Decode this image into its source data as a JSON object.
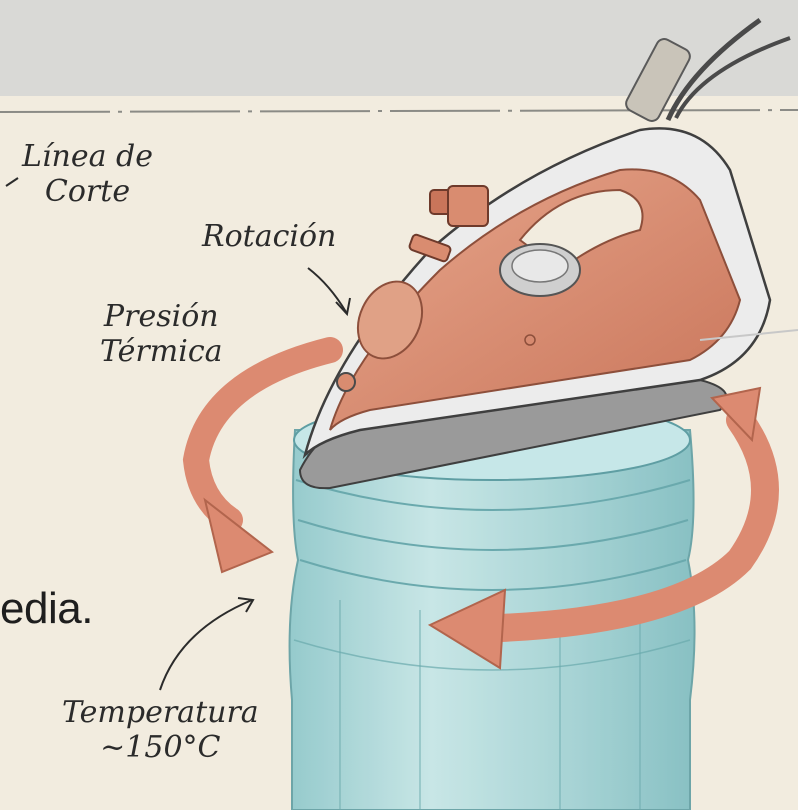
{
  "labels": {
    "cut_line": {
      "line1": "Línea de",
      "line2": "Corte"
    },
    "rotation": "Rotación",
    "thermal_pressure": {
      "line1": "Presión",
      "line2": "Térmica"
    },
    "temperature": {
      "line1": "Temperatura",
      "line2": "~150°C"
    }
  },
  "body_text_fragment": "edia.",
  "colors": {
    "paper": "#f2ecdf",
    "background_top": "#d9d9d6",
    "iron_copper": "#d98c70",
    "iron_shell": "#ececec",
    "bottle": "#a9d6d8",
    "arrow": "#dc8a71",
    "ink": "#2b2b2b"
  },
  "icons": [
    "steam-iron-icon",
    "plastic-bottle-icon",
    "rotation-arrow-icon",
    "pointer-arrow-icon"
  ]
}
